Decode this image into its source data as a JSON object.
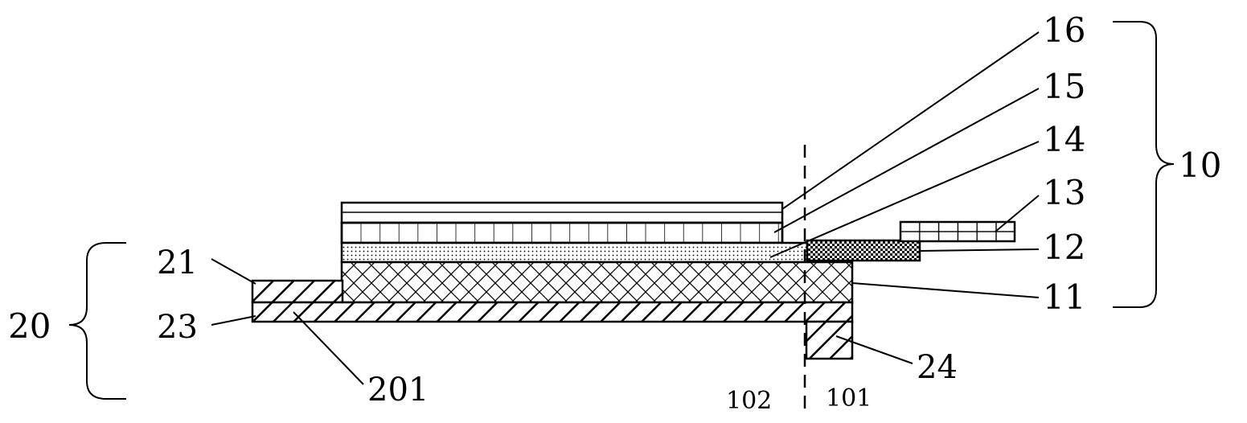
{
  "labels": {
    "l16": "16",
    "l15": "15",
    "l14": "14",
    "l13": "13",
    "l12": "12",
    "l11": "11",
    "l10": "10",
    "l20": "20",
    "l21": "21",
    "l23": "23",
    "l201": "201",
    "l24": "24",
    "l102": "102",
    "l101": "101"
  }
}
